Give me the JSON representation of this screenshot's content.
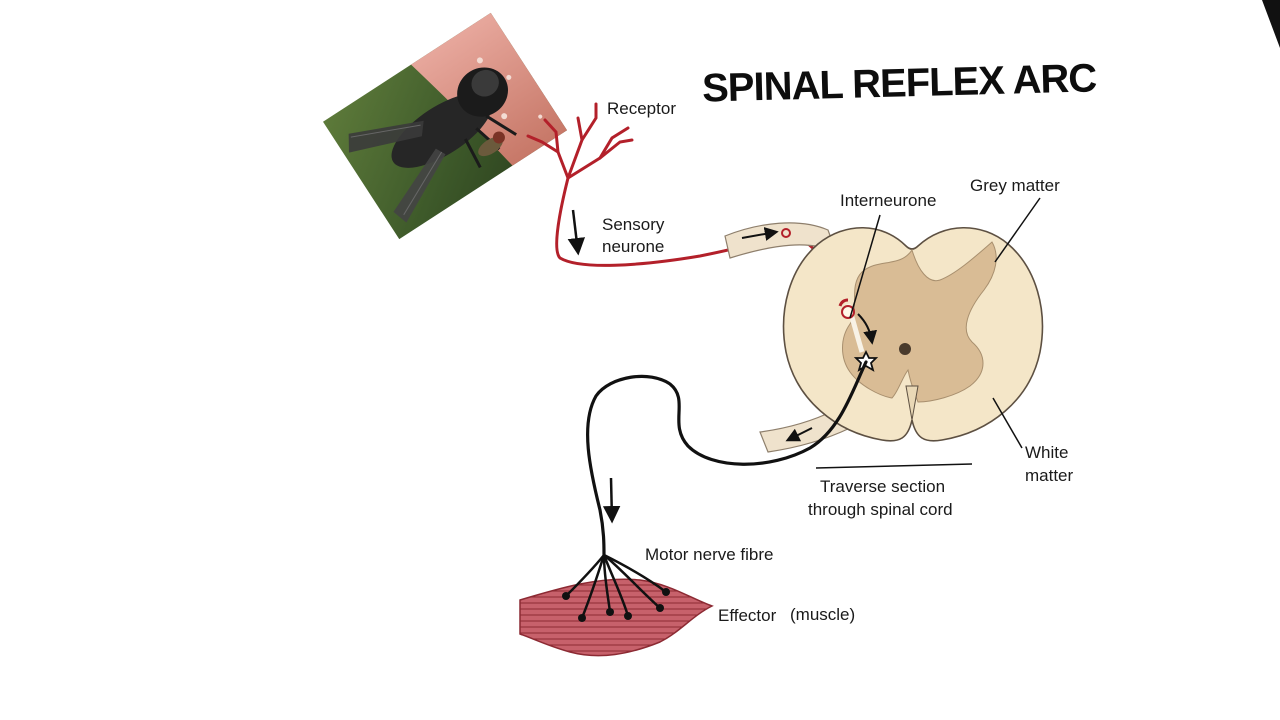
{
  "title": "SPINAL REFLEX ARC",
  "labels": {
    "receptor": "Receptor",
    "sensory_1": "Sensory",
    "sensory_2": "neurone",
    "interneurone": "Interneurone",
    "grey_matter": "Grey matter",
    "white_1": "White",
    "white_2": "matter",
    "traverse_1": "Traverse section",
    "traverse_2": "through spinal cord",
    "motor": "Motor nerve fibre",
    "effector": "Effector",
    "effector_sub": "(muscle)"
  },
  "photo": {
    "subject": "horsefly on skin",
    "icon": "fly-photo"
  },
  "colors": {
    "sensory_nerve": "#b3202a",
    "motor_nerve": "#111111",
    "white_matter": "#f4e6c8",
    "grey_matter": "#d9bc95",
    "muscle": "#c0505a"
  }
}
